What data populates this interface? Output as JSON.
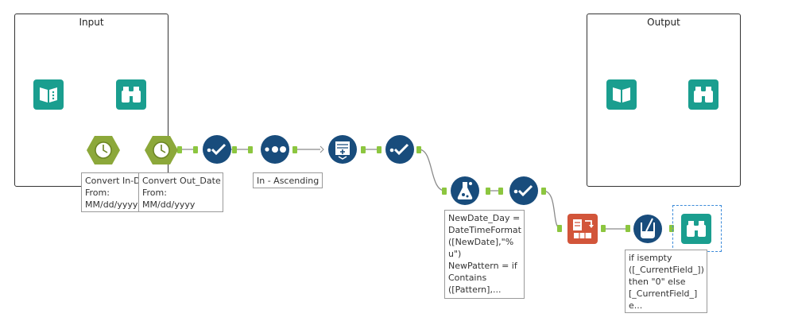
{
  "containers": {
    "input": {
      "title": "Input"
    },
    "output": {
      "title": "Output"
    }
  },
  "annotations": {
    "convert_in": "Convert In-Da\nFrom:\nMM/dd/yyyy",
    "convert_out": "Convert Out_Date\nFrom:\nMM/dd/yyyy",
    "sort": "In - Ascending",
    "formula": "NewDate_Day =\nDateTimeFormat\n([NewDate],\"%\nu\")\nNewPattern = if\nContains\n([Pattern],...",
    "multi_field": "if isempty\n([_CurrentField_])\nthen \"0\" else\n[_CurrentField_]\ne..."
  },
  "icons": {
    "input_data": "book-icon",
    "browse": "binoculars-icon",
    "datetime": "clock-icon",
    "select": "check-icon",
    "sort": "dots-icon",
    "generate_rows": "plus-box-icon",
    "formula": "flask-icon",
    "multi_field_formula": "beaker-icon",
    "transpose": "grid-arrows-icon"
  },
  "colors": {
    "teal": "#1a9e8f",
    "navy": "#184c7c",
    "olive": "#8ca83a",
    "red": "#d2553a",
    "connector": "#8cc63f",
    "wire": "#8a8a8a"
  }
}
